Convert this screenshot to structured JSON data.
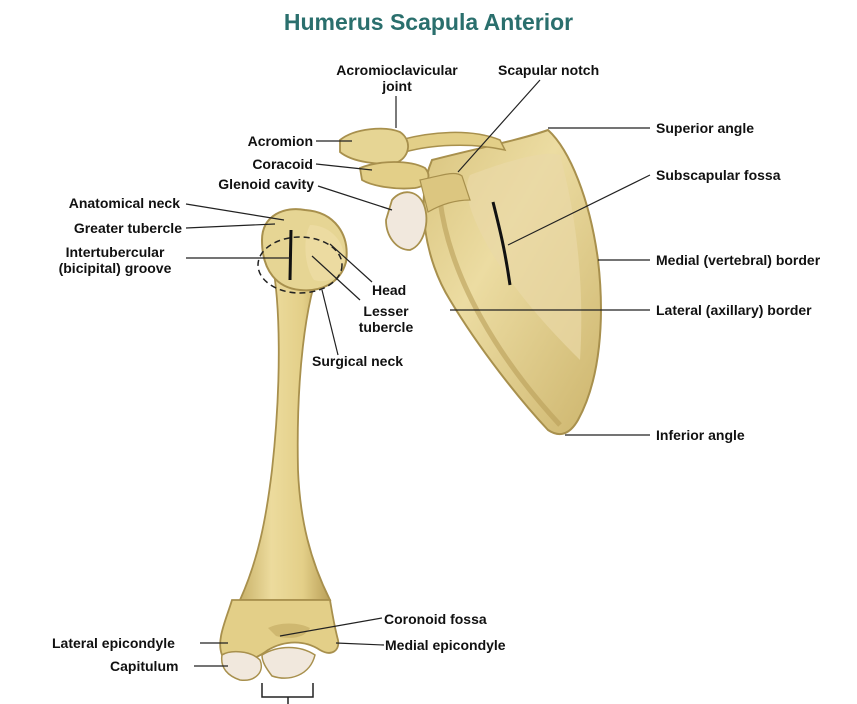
{
  "title": "Humerus Scapula Anterior",
  "labels": {
    "acromioclavicular_joint": "Acromioclavicular\njoint",
    "scapular_notch": "Scapular notch",
    "superior_angle": "Superior angle",
    "acromion": "Acromion",
    "coracoid": "Coracoid",
    "glenoid_cavity": "Glenoid cavity",
    "subscapular_fossa": "Subscapular fossa",
    "anatomical_neck": "Anatomical neck",
    "greater_tubercle": "Greater tubercle",
    "intertubercular_groove": "Intertubercular\n(bicipital) groove",
    "medial_border": "Medial (vertebral) border",
    "head": "Head",
    "lesser_tubercle": "Lesser\ntubercle",
    "lateral_border": "Lateral (axillary) border",
    "surgical_neck": "Surgical neck",
    "inferior_angle": "Inferior angle",
    "coronoid_fossa": "Coronoid fossa",
    "lateral_epicondyle": "Lateral epicondyle",
    "medial_epicondyle": "Medial epicondyle",
    "capitulum": "Capitulum"
  },
  "colors": {
    "bone": "#e6d594",
    "bone_shadow": "#c9b26a",
    "bone_dark": "#a8904d",
    "articular": "#f1e8dd",
    "title": "#2a6f6d",
    "leader": "#222222"
  }
}
